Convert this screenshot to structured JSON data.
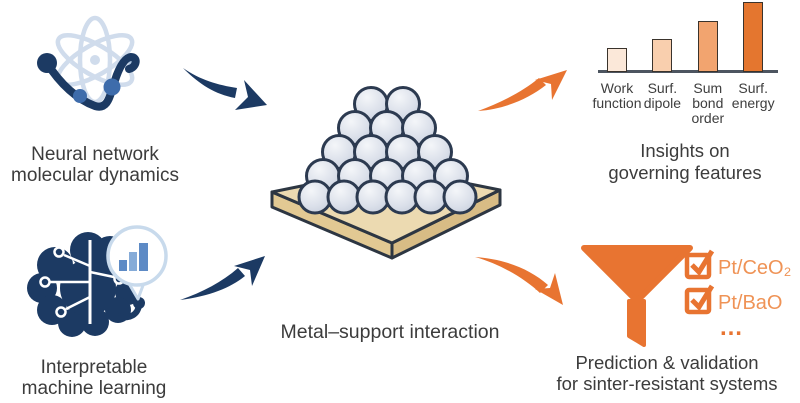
{
  "labels": {
    "nn_md": {
      "line1": "Neural network",
      "line2": "molecular dynamics"
    },
    "iml": {
      "line1": "Interpretable",
      "line2": "machine learning"
    },
    "msi": {
      "line": "Metal–support interaction"
    },
    "insights": {
      "line1": "Insights on",
      "line2": "governing features"
    },
    "prediction": {
      "line1": "Prediction & validation",
      "line2": "for sinter-resistant systems"
    }
  },
  "chart_data": {
    "type": "bar",
    "title": "Insights on governing features",
    "categories": [
      "Work function",
      "Surf. dipole",
      "Sum bond order",
      "Surf. energy"
    ],
    "category_lines": [
      [
        "Work",
        "function"
      ],
      [
        "Surf.",
        "dipole"
      ],
      [
        "Sum",
        "bond",
        "order"
      ],
      [
        "Surf.",
        "energy"
      ]
    ],
    "values_relative": [
      0.34,
      0.47,
      0.73,
      1.0
    ],
    "colors": [
      "#fbe8d9",
      "#f9cfae",
      "#f2a46f",
      "#e4762f"
    ],
    "xlabel": "",
    "ylabel": "",
    "grid": false,
    "legend": false
  },
  "validation": {
    "items": [
      {
        "label": "Pt/CeO₂"
      },
      {
        "label": "Pt/BaO"
      }
    ],
    "ellipsis": "…"
  },
  "icons": {
    "atom": "atom-icon",
    "md_trajectory": "md-trajectory-icon",
    "brain": "brain-icon",
    "thought_bubble": "thought-bubble-icon",
    "mini_bar_chart": "mini-bar-chart-icon",
    "nanoparticle_cluster": "nanoparticle-cluster",
    "support_slab": "support-slab",
    "funnel": "funnel-icon",
    "checkbox": "checkbox-icon",
    "arrows": [
      "arrow-nnmd-to-center",
      "arrow-iml-to-center",
      "arrow-center-to-insights",
      "arrow-center-to-prediction"
    ]
  },
  "palette": {
    "navy": "#1c3a63",
    "mid_blue": "#3e6cab",
    "light_blue": "#cddcee",
    "orange": "#e87431",
    "orange_text": "#ef9356",
    "slab_top": "#ecdab1",
    "slab_side": "#d8bc85",
    "sphere": "#dbe0ea",
    "text": "#3c3c3c"
  }
}
